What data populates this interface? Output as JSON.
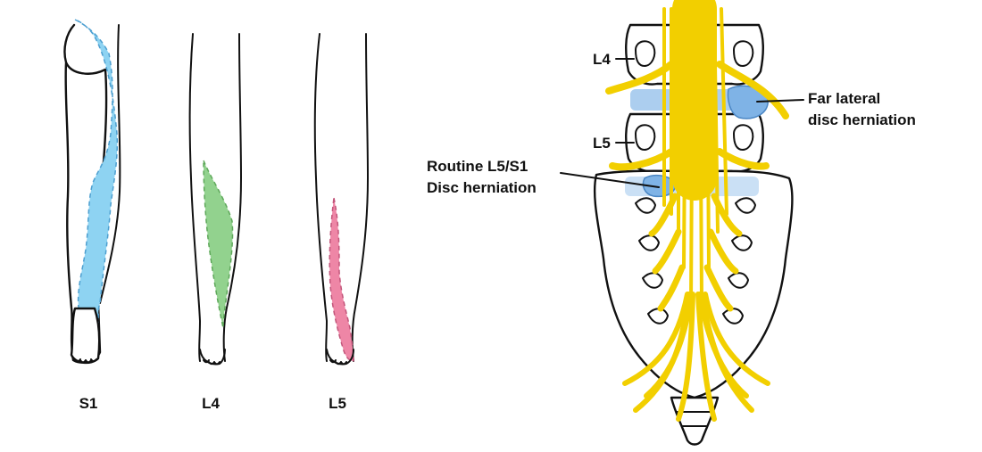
{
  "dermatomes": [
    {
      "label": "S1",
      "color": "#8ed3f2"
    },
    {
      "label": "L4",
      "color": "#92d28e"
    },
    {
      "label": "L5",
      "color": "#ee86a6"
    }
  ],
  "spine": {
    "levels": [
      "L4",
      "L5"
    ],
    "annotations": {
      "far_lateral": [
        "Far lateral",
        "disc herniation"
      ],
      "routine": [
        "Routine L5/S1",
        "Disc herniation"
      ]
    },
    "colors": {
      "nerve": "#f2cf00",
      "disc": "#9ec6ec"
    }
  }
}
